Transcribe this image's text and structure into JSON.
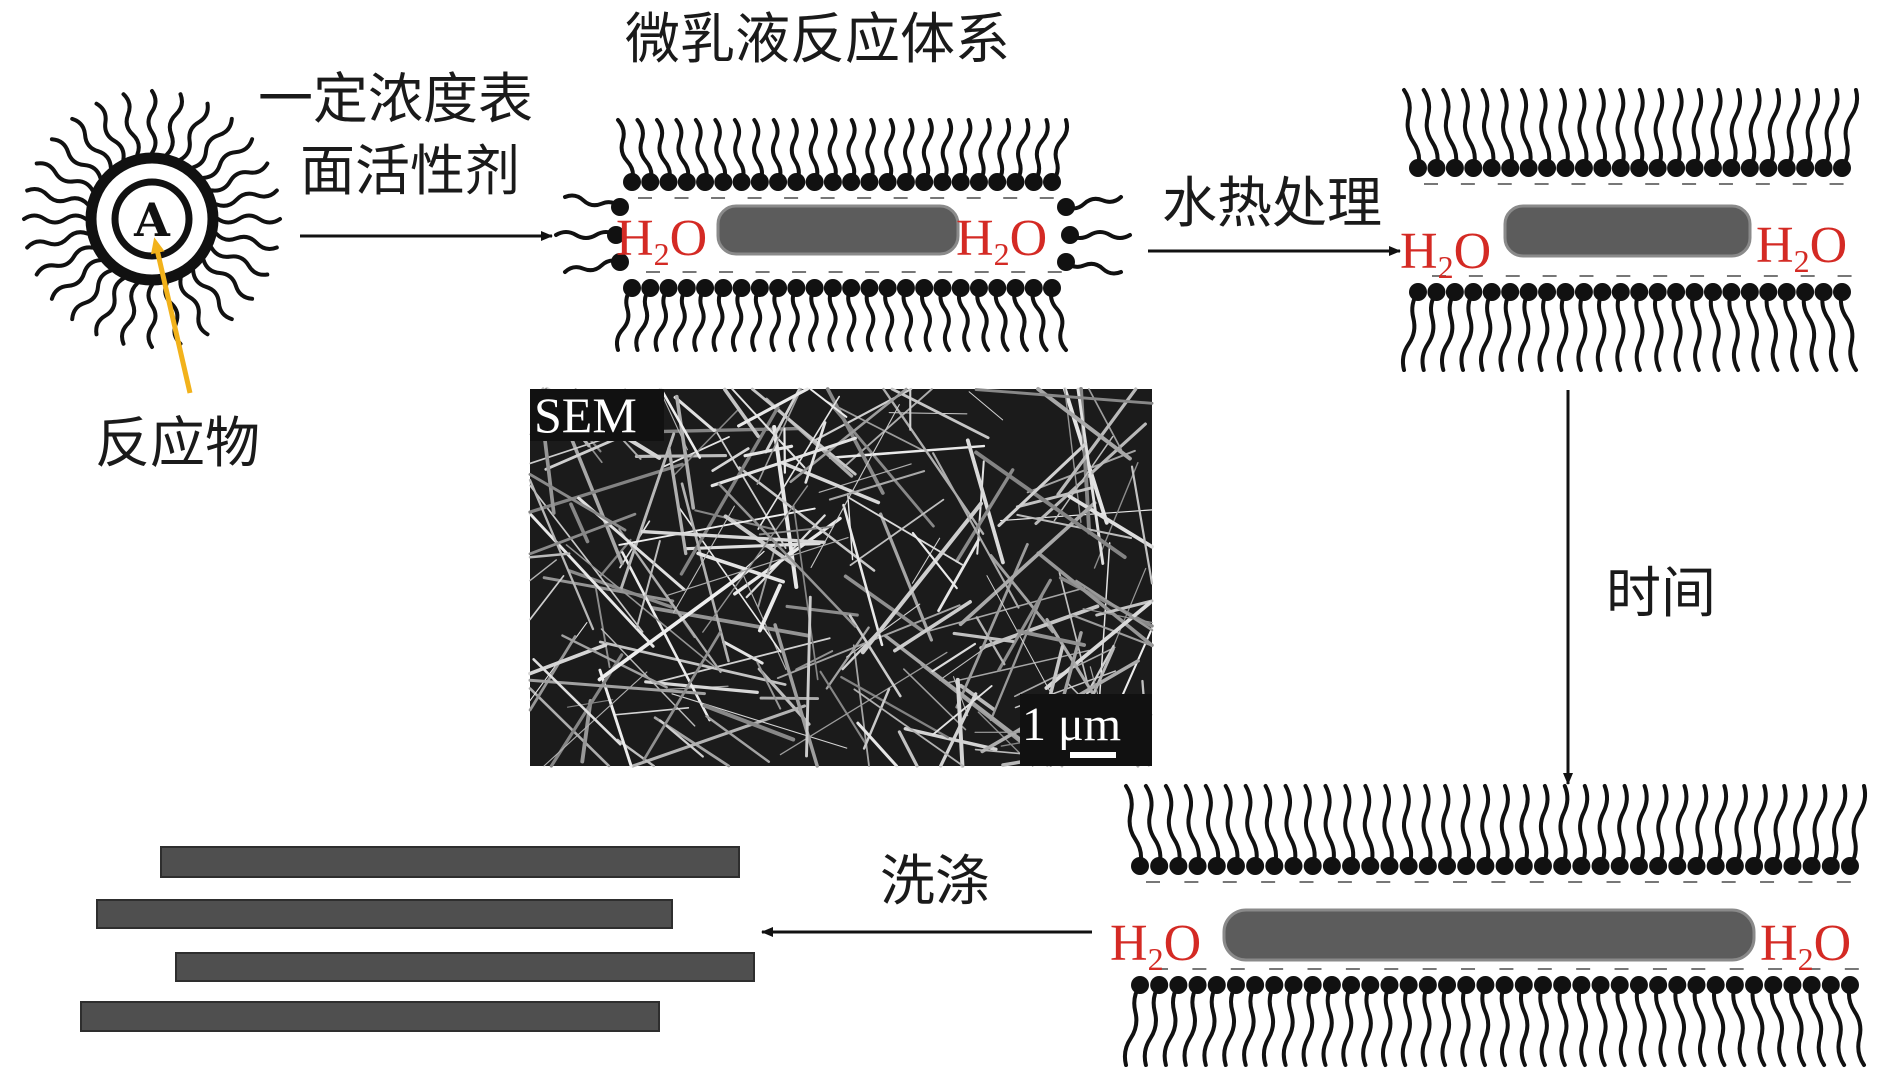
{
  "labels": {
    "reactant_letter": "A",
    "reactant": "反应物",
    "surfactant_line1": "一定浓度表",
    "surfactant_line2": "面活性剂",
    "microemulsion": "微乳液反应体系",
    "hydrothermal": "水热处理",
    "time": "时间",
    "washing": "洗涤",
    "water_H": "H",
    "water_sub": "2",
    "water_O": "O",
    "sem": "SEM",
    "scale": "1 μm"
  },
  "colors": {
    "water_text": "#d42a24",
    "rod": "#5c5c5c",
    "surfactant": "#111111",
    "pointer": "#f2b21b",
    "sem_bg": "#1b1b1b"
  },
  "icons": {
    "arrow": "right-arrow-icon",
    "pointer": "yellow-pointer-arrow-icon"
  }
}
